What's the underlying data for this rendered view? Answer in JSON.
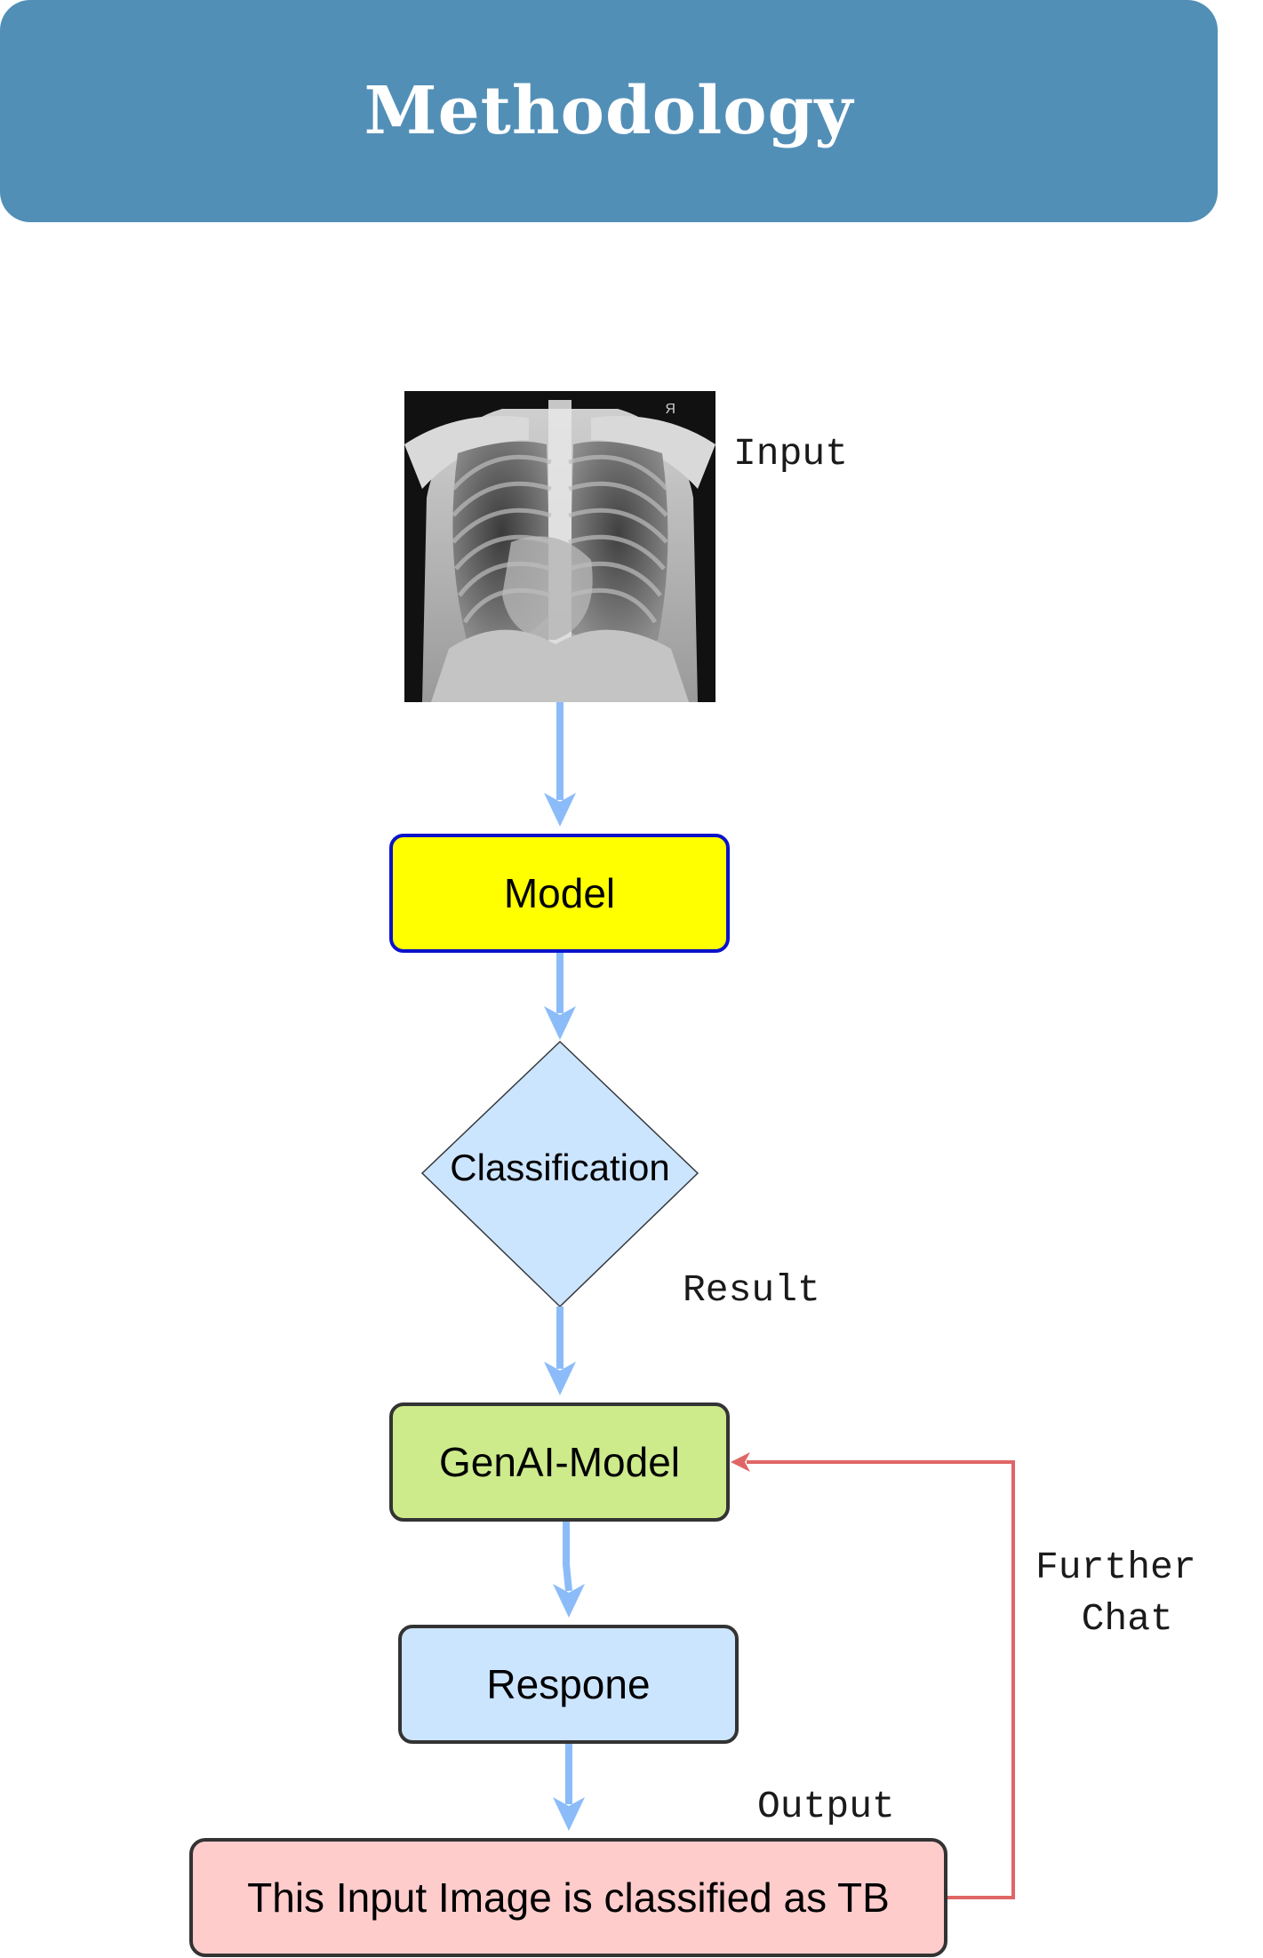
{
  "header": {
    "title": "Methodology"
  },
  "labels": {
    "input": "Input",
    "result": "Result",
    "further_chat": "Further\n Chat",
    "output": "Output"
  },
  "nodes": {
    "model": "Model",
    "classification": "Classification",
    "genai_model": "GenAI-Model",
    "response": "Respone",
    "output_text": "This Input Image is classified as TB"
  },
  "xray": {
    "marker": "R"
  },
  "colors": {
    "header_bg": "#528fb7",
    "arrow_blue": "#8bbcf9",
    "arrow_red": "#e06666",
    "model_fill": "#ffff00",
    "model_stroke": "#0b12c9",
    "diamond_fill": "#cce5ff",
    "genai_fill": "#cdeb8b",
    "response_fill": "#cce5ff",
    "output_fill": "#ffcccc"
  }
}
